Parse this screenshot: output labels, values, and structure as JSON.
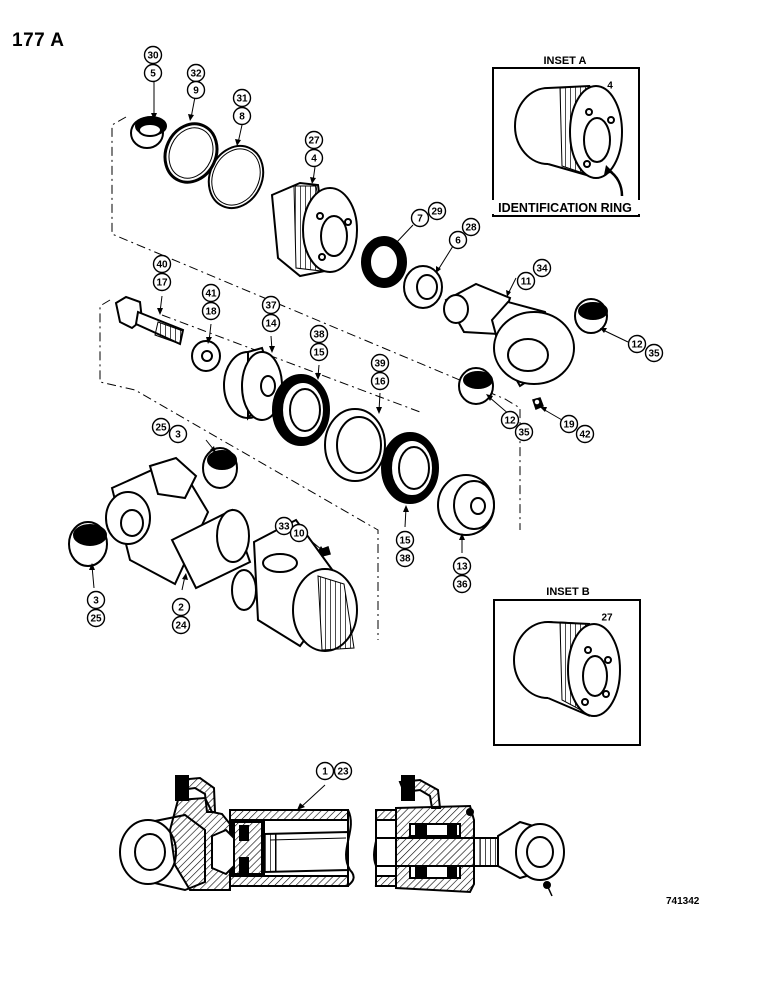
{
  "page_number": "177 A",
  "drawing_number": "741342",
  "inset_a": {
    "title": "INSET A",
    "callout": "4",
    "label": "IDENTIFICATION RING"
  },
  "inset_b": {
    "title": "INSET B",
    "callout": "27"
  },
  "callouts": {
    "c30": "30",
    "c5": "5",
    "c32": "32",
    "c9": "9",
    "c31": "31",
    "c8": "8",
    "c27": "27",
    "c4": "4",
    "c7": "7",
    "c29": "29",
    "c6": "6",
    "c28": "28",
    "c40": "40",
    "c17": "17",
    "c41": "41",
    "c18": "18",
    "c37": "37",
    "c14": "14",
    "c38": "38",
    "c15": "15",
    "c39": "39",
    "c16": "16",
    "c11": "11",
    "c34": "34",
    "c12a": "12",
    "c35a": "35",
    "c12b": "12",
    "c35b": "35",
    "c19": "19",
    "c42": "42",
    "c25": "25",
    "c3": "3",
    "c33": "33",
    "c10": "10",
    "c3b": "3",
    "c25b": "25",
    "c2": "2",
    "c24": "24",
    "c15b": "15",
    "c38b": "38",
    "c13": "13",
    "c36": "36",
    "c1": "1",
    "c23": "23"
  }
}
